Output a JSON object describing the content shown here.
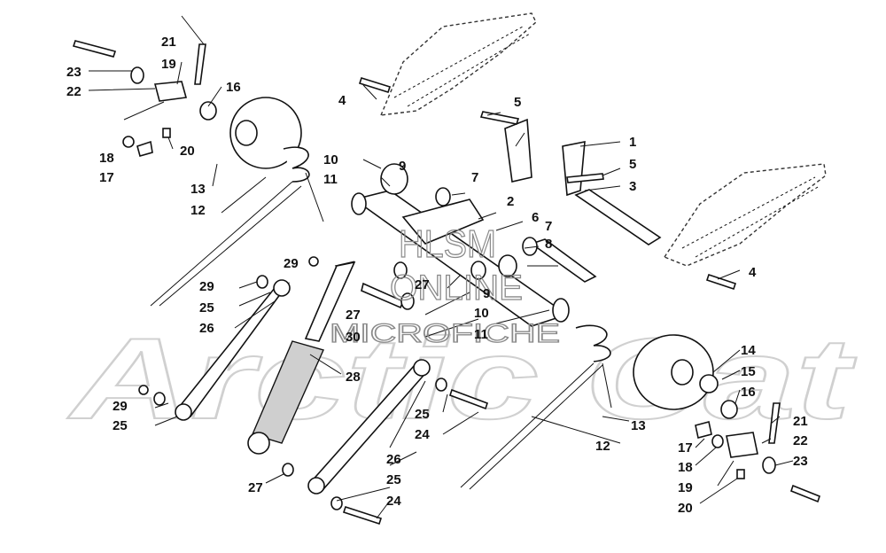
{
  "watermark": {
    "line1": "HLSM",
    "line2": "ONLINE",
    "line3": "MICROFICHE",
    "logo": "Arctic Cat"
  },
  "callouts": [
    {
      "key": "c1",
      "text": "1"
    },
    {
      "key": "c2",
      "text": "2"
    },
    {
      "key": "c3",
      "text": "3"
    },
    {
      "key": "c4a",
      "text": "4"
    },
    {
      "key": "c4b",
      "text": "4"
    },
    {
      "key": "c5a",
      "text": "5"
    },
    {
      "key": "c5b",
      "text": "5"
    },
    {
      "key": "c6",
      "text": "6"
    },
    {
      "key": "c7a",
      "text": "7"
    },
    {
      "key": "c7b",
      "text": "7"
    },
    {
      "key": "c8",
      "text": "8"
    },
    {
      "key": "c9a",
      "text": "9"
    },
    {
      "key": "c9b",
      "text": "9"
    },
    {
      "key": "c10a",
      "text": "10"
    },
    {
      "key": "c10b",
      "text": "10"
    },
    {
      "key": "c11a",
      "text": "11"
    },
    {
      "key": "c11b",
      "text": "11"
    },
    {
      "key": "c12a",
      "text": "12"
    },
    {
      "key": "c12b",
      "text": "12"
    },
    {
      "key": "c13a",
      "text": "13"
    },
    {
      "key": "c13b",
      "text": "13"
    },
    {
      "key": "c14",
      "text": "14"
    },
    {
      "key": "c15",
      "text": "15"
    },
    {
      "key": "c16a",
      "text": "16"
    },
    {
      "key": "c16b",
      "text": "16"
    },
    {
      "key": "c17a",
      "text": "17"
    },
    {
      "key": "c17b",
      "text": "17"
    },
    {
      "key": "c18a",
      "text": "18"
    },
    {
      "key": "c18b",
      "text": "18"
    },
    {
      "key": "c19a",
      "text": "19"
    },
    {
      "key": "c19b",
      "text": "19"
    },
    {
      "key": "c20a",
      "text": "20"
    },
    {
      "key": "c20b",
      "text": "20"
    },
    {
      "key": "c21a",
      "text": "21"
    },
    {
      "key": "c21b",
      "text": "21"
    },
    {
      "key": "c22a",
      "text": "22"
    },
    {
      "key": "c22b",
      "text": "22"
    },
    {
      "key": "c23a",
      "text": "23"
    },
    {
      "key": "c23b",
      "text": "23"
    },
    {
      "key": "c24a",
      "text": "24"
    },
    {
      "key": "c24b",
      "text": "24"
    },
    {
      "key": "c25a",
      "text": "25"
    },
    {
      "key": "c25b",
      "text": "25"
    },
    {
      "key": "c25c",
      "text": "25"
    },
    {
      "key": "c25d",
      "text": "25"
    },
    {
      "key": "c26a",
      "text": "26"
    },
    {
      "key": "c26b",
      "text": "26"
    },
    {
      "key": "c27a",
      "text": "27"
    },
    {
      "key": "c27b",
      "text": "27"
    },
    {
      "key": "c27c",
      "text": "27"
    },
    {
      "key": "c28",
      "text": "28"
    },
    {
      "key": "c29a",
      "text": "29"
    },
    {
      "key": "c29b",
      "text": "29"
    },
    {
      "key": "c29c",
      "text": "29"
    },
    {
      "key": "c30",
      "text": "30"
    }
  ]
}
